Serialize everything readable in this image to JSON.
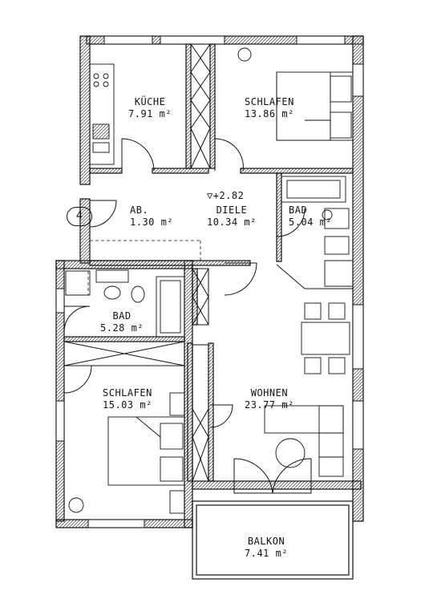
{
  "rooms": {
    "kueche": {
      "name": "KÜCHE",
      "area": "7.91 m²"
    },
    "schlafen1": {
      "name": "SCHLAFEN",
      "area": "13.86 m²"
    },
    "abstell": {
      "name": "AB.",
      "area": "1.30 m²"
    },
    "diele": {
      "name": "DIELE",
      "area": "10.34 m²",
      "level": "▽+2.82"
    },
    "bad1": {
      "name": "BAD",
      "area": "5.04 m²"
    },
    "bad2": {
      "name": "BAD",
      "area": "5.28 m²"
    },
    "schlafen2": {
      "name": "SCHLAFEN",
      "area": "15.03 m²"
    },
    "wohnen": {
      "name": "WOHNEN",
      "area": "23.77 m²"
    },
    "balkon": {
      "name": "BALKON",
      "area": "7.41 m²"
    }
  },
  "unit_marker": "4"
}
